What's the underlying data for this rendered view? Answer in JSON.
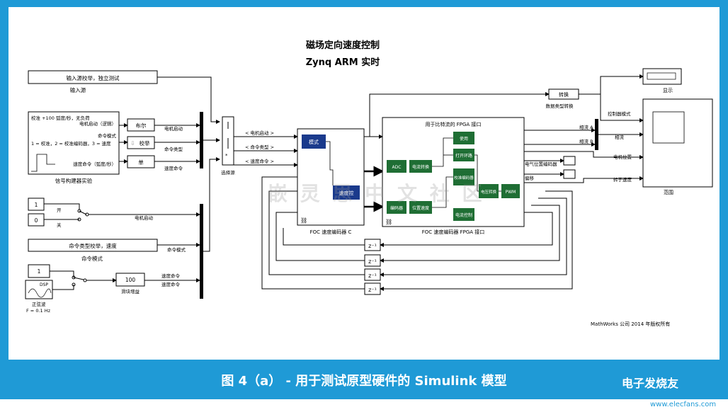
{
  "title": "磁场定向速度控制",
  "subtitle": "Zynq ARM 实时",
  "caption": "图 4（a） - 用于测试原型硬件的 Simulink 模型",
  "copyright": "MathWorks 公司 2014 年版权所有",
  "logo": "电子发烧友",
  "logo_url": "www.elecfans.com",
  "watermark": "嵌 灵 思 中 文 社 区",
  "input_source": {
    "block": "输入源校举，独立测试",
    "label": "输入源"
  },
  "signal_builder": {
    "line1": "校准 +100 弧度/秒，无负荷",
    "line2": "电机启动（逻辑）",
    "line3": "命令模式",
    "line4": "1 = 校准，2 = 校准编码器，3 = 速度",
    "line5": "速度命令（弧度/秒）",
    "label": "信号构建器实验"
  },
  "bool_block": "布尔",
  "calib_block": "校举",
  "single_block": "单",
  "labels": {
    "motor_start": "电机启动",
    "cmd_type": "命令类型",
    "speed_cmd": "速度命令",
    "on": "开",
    "off": "关",
    "cmd_mode": "命令模式",
    "motor_start2": "电机启动",
    "cmd_mode2": "命令模式",
    "speed_cmd2": "速度命令",
    "speed_cmd3": "速度命令"
  },
  "const_one": "1",
  "const_zero": "0",
  "cmd_type_block": {
    "text": "命令类型校举，速度",
    "label": "命令模式"
  },
  "sine": {
    "const": "1",
    "dsp": "DSP",
    "label": "正弦波",
    "freq": "F = 0.1 Hz"
  },
  "gain_block": {
    "value": "100",
    "label": "滑块增益"
  },
  "select_label": "选择源",
  "bus_labels": [
    "< 电机启动 >",
    "< 命令类型 >",
    "< 速度命令 >"
  ],
  "foc_c": {
    "mode": "模式",
    "speed_ctrl": "速度控",
    "label": "FOC 速度编码器 C"
  },
  "fpga": {
    "title": "用于比特流的 FPGA 接口",
    "adc": "ADC",
    "current_conv": "电流转换",
    "enable": "使用",
    "open_loop": "打开环路",
    "calib_enc": "校准编码器",
    "encoder": "编码器",
    "pos_speed": "位置速度",
    "voltage_conv": "电压转换",
    "pwm": "PWM",
    "current_ctrl": "电流控制",
    "label": "FOC 速度编码器 FPGA 接口"
  },
  "convert_block": {
    "text": "转换",
    "label": "数据类型转换"
  },
  "display_label": "显示",
  "scope_label": "范围",
  "controller_mode": "控制器模式",
  "outputs": {
    "phase_a": "相流 A",
    "phase_b": "相流 B",
    "phase_current": "相流",
    "motor_pos": "电机位置",
    "rotor_speed": "转子速度",
    "elec_pos_enc": "电气位置编码器",
    "offset": "偏移"
  },
  "delay": "z⁻¹"
}
